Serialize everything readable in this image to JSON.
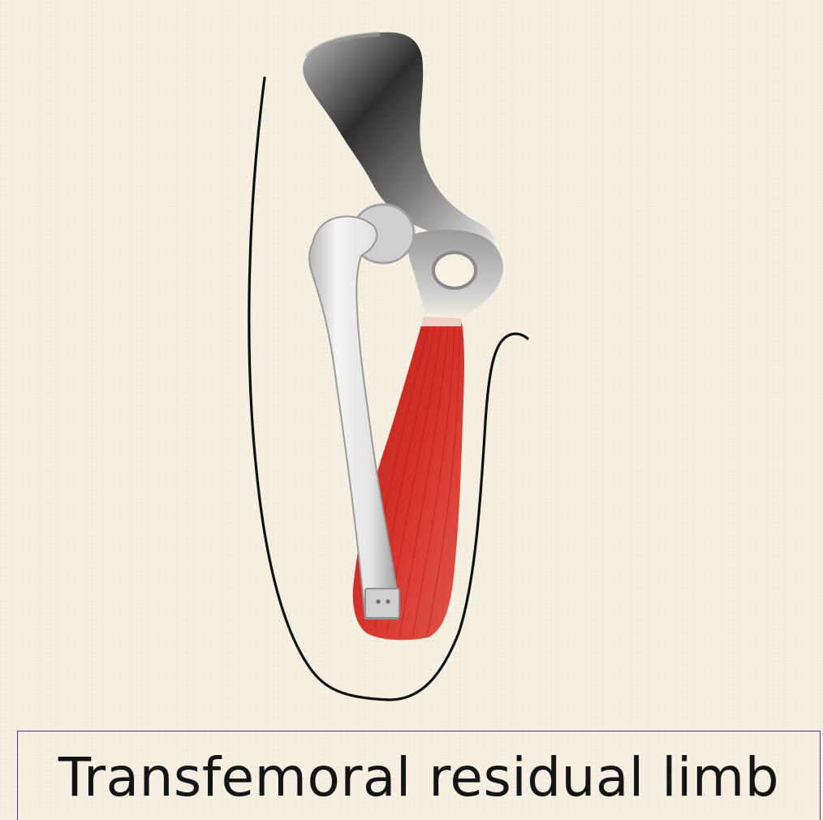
{
  "figure": {
    "caption": "Transfemoral residual limb",
    "colors": {
      "background": "#f6f0e3",
      "bone": "#d6d6d6",
      "bone_shadow": "#3a3a3a",
      "muscle": "#cc2a23",
      "outline": "#111111",
      "caption_border": "#6b2c82"
    },
    "parts": [
      "pelvis",
      "femur",
      "muscle",
      "residual-limb-outline"
    ]
  }
}
